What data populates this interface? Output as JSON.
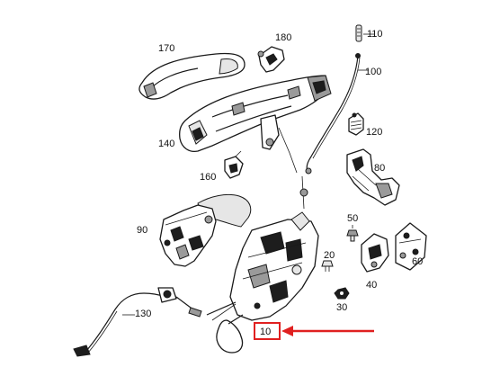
{
  "labels": {
    "p170": "170",
    "p180": "180",
    "p110": "110",
    "p100": "100",
    "p140": "140",
    "p120": "120",
    "p160": "160",
    "p80": "80",
    "p90": "90",
    "p50": "50",
    "p20": "20",
    "p60": "60",
    "p40": "40",
    "p30": "30",
    "p130": "130",
    "p10": "10"
  },
  "colors": {
    "highlight": "#e02020",
    "ink": "#1a1a1a",
    "background": "#ffffff"
  }
}
